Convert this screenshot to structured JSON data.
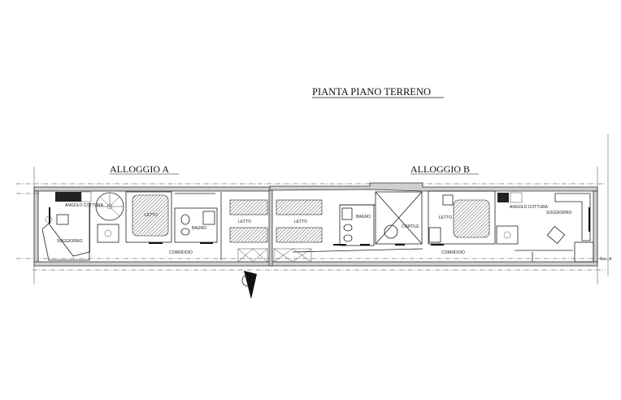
{
  "title": "PIANTA PIANO TERRENO",
  "units": [
    {
      "label": "ALLOGGIO A",
      "rooms": [
        "ANGOLO COTTURA",
        "SOGGIORNO",
        "LETTO",
        "BAGNO",
        "CORRIDOIO",
        "LETTO",
        "LETTO"
      ]
    },
    {
      "label": "ALLOGGIO B",
      "rooms": [
        "BAGNO",
        "CORTILE",
        "LETTO",
        "CORRIDOIO",
        "ANGOLO COTTURA",
        "SOGGIORNO"
      ]
    }
  ],
  "section_mark": "Sez. A",
  "icons": [
    "north-arrow-icon",
    "spiral-staircase-icon",
    "bed-icon",
    "table-icon",
    "sofa-icon"
  ]
}
